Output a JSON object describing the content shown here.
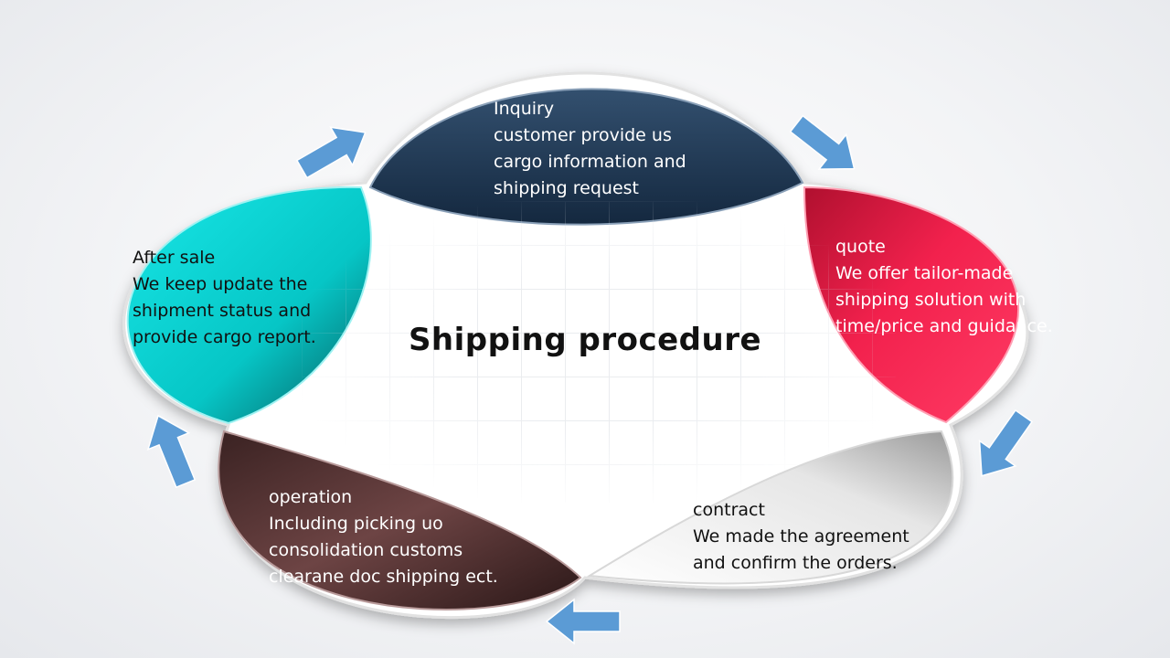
{
  "title": "Shipping procedure",
  "steps": [
    {
      "id": "inquiry",
      "color": "#1f3a5c",
      "lines": [
        "Inquiry",
        "customer provide us",
        "cargo information and",
        "shipping request"
      ]
    },
    {
      "id": "quote",
      "color": "#f0234f",
      "lines": [
        "quote",
        "We offer tailor-made",
        "shipping solution with",
        "time/price and guidance."
      ]
    },
    {
      "id": "contract",
      "color": "#f4f4f4",
      "lines": [
        "contract",
        "We made the agreement",
        "and confirm the orders."
      ]
    },
    {
      "id": "operation",
      "color": "#5a3535",
      "lines": [
        "operation",
        "Including picking uo",
        "consolidation customs",
        "clearane doc shipping ect."
      ]
    },
    {
      "id": "after-sale",
      "color": "#0fd2d2",
      "lines": [
        "After sale",
        "We keep update the",
        "shipment status and",
        "provide cargo report."
      ]
    }
  ],
  "colors": {
    "arrow": "#5b9bd5"
  }
}
